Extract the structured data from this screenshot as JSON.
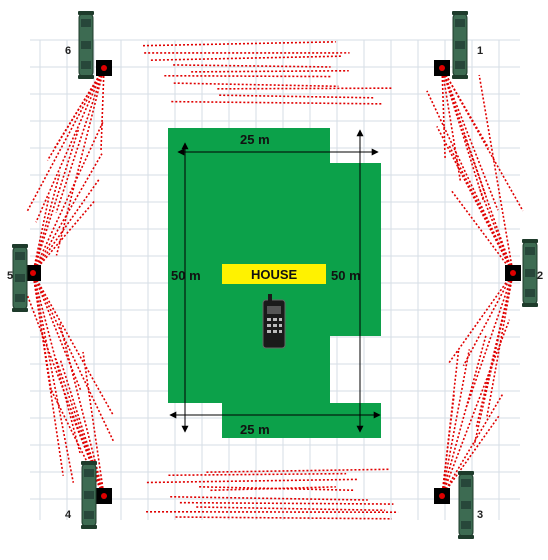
{
  "colors": {
    "zone": "#0ca14a",
    "house": "#fff200",
    "beam": "#e00000",
    "grid": "#d6dee6",
    "sensor_body": "#3d6b52",
    "base": "#000000"
  },
  "house_label": "HOUSE",
  "dimensions": {
    "top": "25 m",
    "bottom": "25 m",
    "left": "50 m",
    "right": "50 m"
  },
  "sensors": [
    {
      "id": "1"
    },
    {
      "id": "2"
    },
    {
      "id": "3"
    },
    {
      "id": "4"
    },
    {
      "id": "5"
    },
    {
      "id": "6"
    }
  ],
  "icons": {
    "sensor": "beam-sensor-icon",
    "remote": "remote-control-icon"
  }
}
